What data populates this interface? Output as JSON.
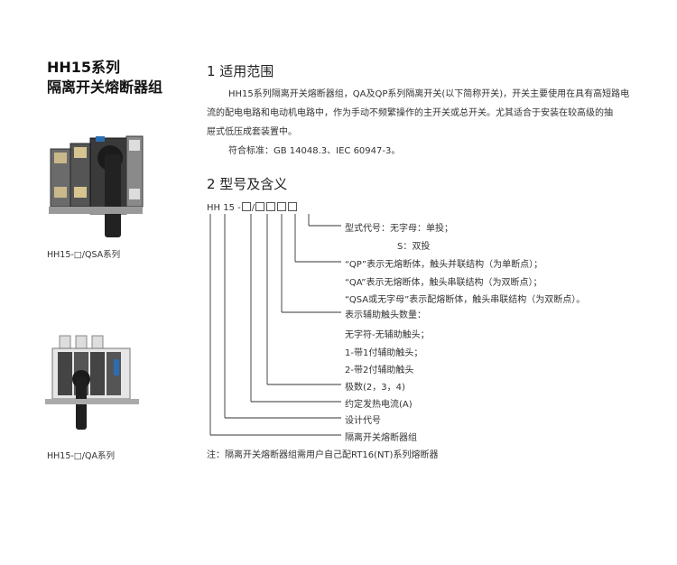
{
  "product": {
    "title_line1": "HH15系列",
    "title_line2": "隔离开关熔断器组"
  },
  "images": [
    {
      "caption": "HH15-□/QSA系列"
    },
    {
      "caption": "HH15-□/QA系列"
    }
  ],
  "section1": {
    "heading": "1 适用范围",
    "para_line1": "HH15系列隔离开关熔断器组，QA及QP系列隔离开关(以下简称开关)，开关主要使用在具有高短路电",
    "para_line2": "流的配电电路和电动机电路中，作为手动不频繁操作的主开关或总开关。尤其适合于安装在较高级的抽",
    "para_line3": "屉式低压成套装置中。",
    "standard": "符合标准：GB 14048.3、IEC 60947-3。"
  },
  "section2": {
    "heading": "2 型号及含义",
    "model_prefix": "HH 15 -",
    "descriptions": [
      "型式代号：无字母：单投；",
      "S：双投",
      "“QP”表示无熔断体，触头并联结构（为单断点）；",
      "“QA”表示无熔断体，触头串联结构（为双断点）；",
      "“QSA或无字母”表示配熔断体，触头串联结构（为双断点）。",
      "表示辅助触头数量：",
      "无字符-无辅助触头；",
      "1-带1付辅助触头；",
      "2-带2付辅助触头",
      "极数(2，3，4)",
      "约定发热电流(A)",
      "设计代号",
      "隔离开关熔断器组"
    ],
    "note": "注：隔离开关熔断器组需用户自己配RT16(NT)系列熔断器"
  }
}
